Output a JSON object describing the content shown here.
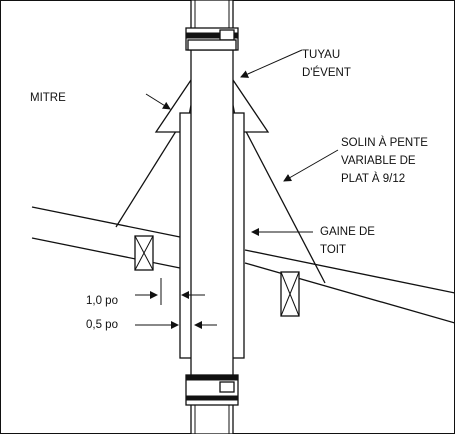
{
  "labels": {
    "tuyau_line1": "TUYAU",
    "tuyau_line2": "D'ÉVENT",
    "mitre": "MITRE",
    "solin_line1": "SOLIN À PENTE",
    "solin_line2": "VARIABLE DE",
    "solin_line3": "PLAT À 9/12",
    "gaine_line1": "GAINE DE",
    "gaine_line2": "TOIT",
    "dim1": "1,0 po",
    "dim2": "0,5 po"
  },
  "colors": {
    "line": "#111111",
    "background": "#ffffff"
  }
}
